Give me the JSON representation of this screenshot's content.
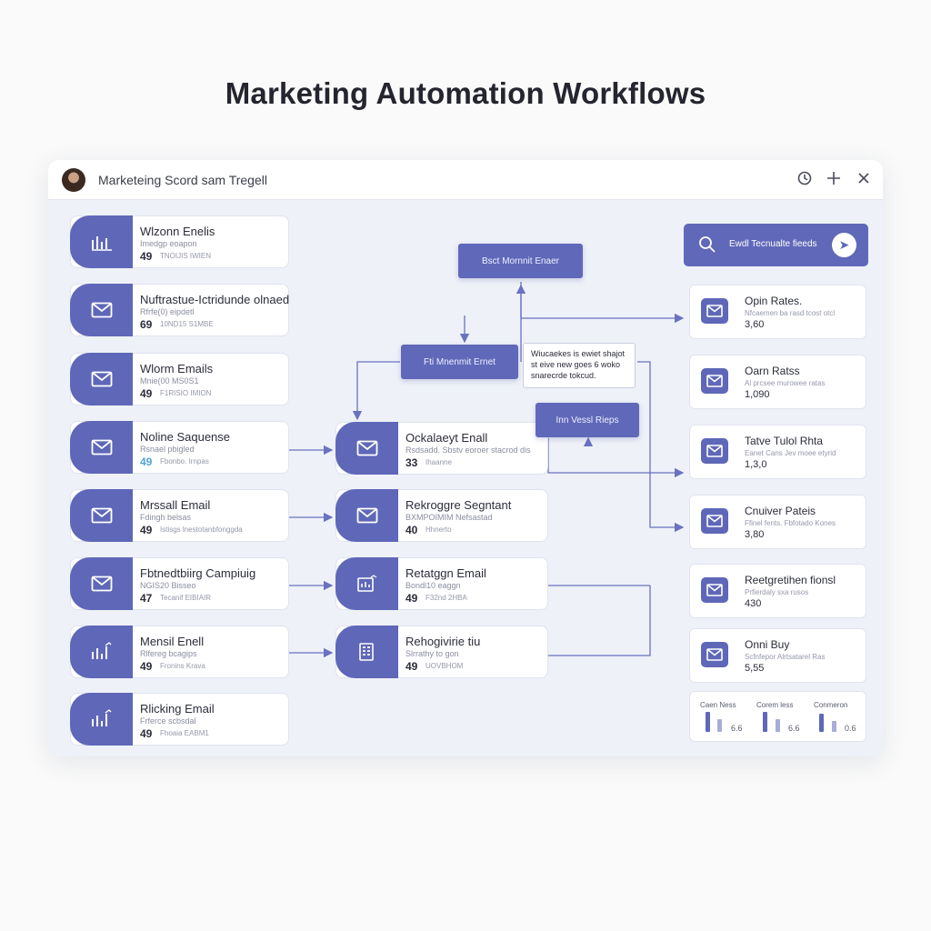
{
  "page": {
    "title": "Marketing Automation Workflows"
  },
  "window": {
    "title": "Marketeing Scord sam Tregell",
    "buttons": [
      {
        "name": "clock-icon"
      },
      {
        "name": "plus-icon"
      },
      {
        "name": "close-icon"
      }
    ]
  },
  "left_cards": [
    {
      "title": "Wlzonn Enelis",
      "subtitle": "Imedgp eoapon",
      "number": "49",
      "meta": "TNOIJIS IWIEN",
      "icon": "chart-icon"
    },
    {
      "title": "Nuftrastue-Ictridunde olnaed",
      "subtitle": "Rfrfe(0) eipdetl",
      "number": "69",
      "meta": "10ND15 S1MBE",
      "icon": "mail-icon"
    },
    {
      "title": "Wlorm Emails",
      "subtitle": "Mnie(00 MS0S1",
      "number": "49",
      "meta": "F1RISIO IMION",
      "icon": "mail-icon"
    },
    {
      "title": "Noline Saquense",
      "subtitle": "Rsnael pbigled",
      "number": "49",
      "meta": "Fbonbo. Irnpas",
      "icon": "mail-icon",
      "accent": true
    },
    {
      "title": "Mrssall Email",
      "subtitle": "Fdingh belsas",
      "number": "49",
      "meta": "Istisgs lnestotanbfonggda",
      "icon": "mail-icon"
    },
    {
      "title": "Fbtnedtbiirg Campiuig",
      "subtitle": "NGIS20 Bisseo",
      "number": "47",
      "meta": "Tecanif EIBIAIR",
      "icon": "mail-icon"
    },
    {
      "title": "Mensil Enell",
      "subtitle": "Rlfereg bcagips",
      "number": "49",
      "meta": "Fronins Krava",
      "icon": "chart-icon"
    },
    {
      "title": "Rlicking Email",
      "subtitle": "Frferce scbsdal",
      "number": "49",
      "meta": "Fhoaia EABM1",
      "icon": "chart-icon"
    }
  ],
  "mid_cards": [
    {
      "title": "Ockalaeyt Enall",
      "subtitle": "Rsdsadd. Sbstv eoroer stacrod dis",
      "number": "33",
      "meta": "Ihaanne",
      "icon": "mail-icon"
    },
    {
      "title": "Rekroggre Segntant",
      "subtitle": "BXMPOIMIM Nefsastad",
      "number": "40",
      "meta": "Hhnerto",
      "icon": "mail-icon"
    },
    {
      "title": "Retatggn Email",
      "subtitle": "Bondl10 eaggn",
      "number": "49",
      "meta": "F32nd 2HBA",
      "icon": "chart-icon"
    },
    {
      "title": "Rehogivirie tiu",
      "subtitle": "Slrrathy to gon",
      "number": "49",
      "meta": "UOVBHOM",
      "icon": "grid-icon"
    }
  ],
  "nodes": {
    "top": "Bsct Mornnit Enaer",
    "mid": "Fti Mnenmit Ernet",
    "right": "Inn Vessl Rieps"
  },
  "note": {
    "lines": [
      "Wiucaekes is ewiet shajot",
      "st eive new goes 6 woko",
      "snarecrde tokcud."
    ]
  },
  "search": {
    "label": "Ewdl Tecnualte fieeds"
  },
  "metrics": [
    {
      "title": "Opin Rates.",
      "subtitle": "Nfcaemen ba rasd tcost otcl",
      "value": "3,60"
    },
    {
      "title": "Oarn Ratss",
      "subtitle": "Al prcsee murowee ratas",
      "value": "1,090"
    },
    {
      "title": "Tatve Tulol Rhta",
      "subtitle": "Eanet Cans Jev moee etyrid",
      "value": "1,3,0"
    },
    {
      "title": "Cnuiver Pateis",
      "subtitle": "Ffinel fents. Fbfotado Kones",
      "value": "3,80"
    },
    {
      "title": "Reetgretihen fionsl",
      "subtitle": "Prfierdaly sxa rusos",
      "value": "430"
    },
    {
      "title": "Onni Buy",
      "subtitle": "Scfnfepor Alrtsatarel Ras",
      "value": "5,55"
    }
  ],
  "stats": {
    "labels": [
      "Caen Ness",
      "Corem less",
      "Conmeron"
    ],
    "values": [
      "6.6",
      "6.6",
      "0.6"
    ]
  },
  "colors": {
    "accent": "#5f67b8",
    "node": "#6068b9",
    "window_bg": "#eef1f8"
  }
}
